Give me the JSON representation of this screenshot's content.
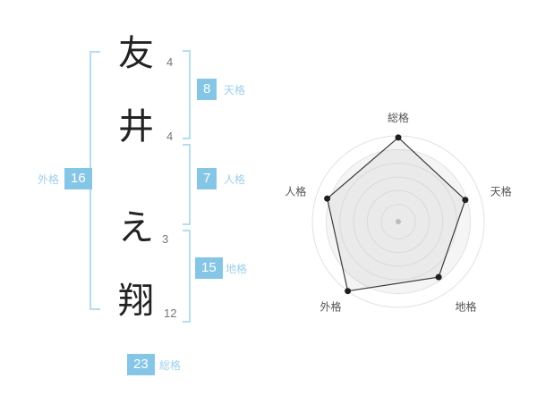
{
  "name": {
    "characters": [
      {
        "char": "友",
        "strokes": "4"
      },
      {
        "char": "井",
        "strokes": "4"
      },
      {
        "char": "え",
        "strokes": "3"
      },
      {
        "char": "翔",
        "strokes": "12"
      }
    ]
  },
  "kaku": {
    "tenkaku": {
      "label": "天格",
      "value": "8"
    },
    "jinkaku": {
      "label": "人格",
      "value": "7"
    },
    "chikaku": {
      "label": "地格",
      "value": "15"
    },
    "gaikaku": {
      "label": "外格",
      "value": "16"
    },
    "soukaku": {
      "label": "総格",
      "value": "23"
    }
  },
  "colors": {
    "accent_box": "#85c6e6",
    "accent_label": "#9fd0ea",
    "bracket": "#b5ddf0"
  },
  "chart_data": {
    "type": "radar",
    "title": "",
    "categories": [
      "総格",
      "天格",
      "地格",
      "外格",
      "人格"
    ],
    "values": [
      98,
      82,
      80,
      100,
      87
    ],
    "max": 100,
    "grid_levels": [
      1.0,
      0.84,
      0.68,
      0.52,
      0.36,
      0.2
    ],
    "legend": "none"
  }
}
